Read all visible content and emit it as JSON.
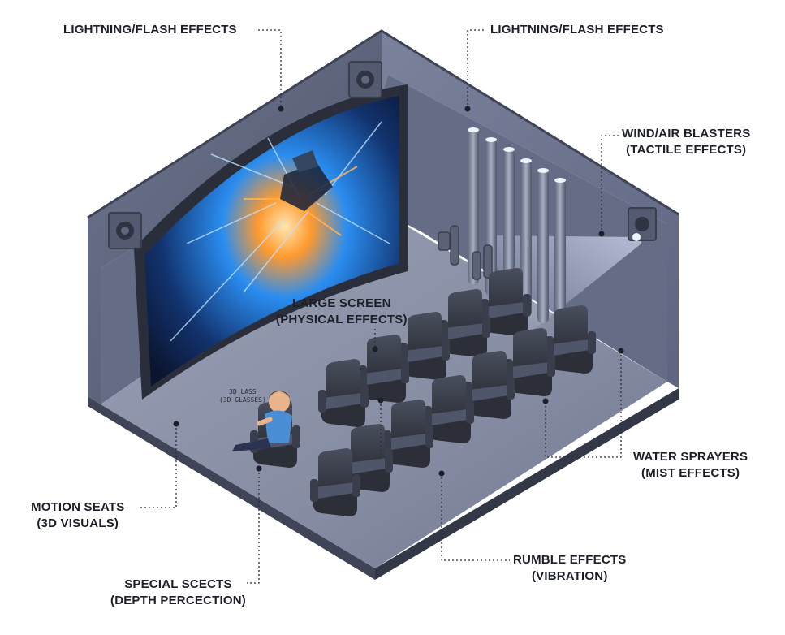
{
  "labels": {
    "lightning_left": "LIGHTNING/FLASH EFFECTS",
    "lightning_right": "LIGHTNING/FLASH EFFECTS",
    "wind_line1": "WIND/AIR BLASTERS",
    "wind_line2": "(TACTILE EFFECTS)",
    "screen_line1": "LARGE SCREEN",
    "screen_line2": "(PHYSICAL EFFECTS)",
    "water_line1": "WATER SPRAYERS",
    "water_line2": "(MIST EFFECTS)",
    "motion_line1": "MOTION SEATS",
    "motion_line2": "(3D VISUALS)",
    "rumble_line1": "RUMBLE EFFECTS",
    "rumble_line2": "(VIBRATION)",
    "special_line1": "SPECIAL SCECTS",
    "special_line2": "(DEPTH PERCECTION)",
    "glasses_line1": "3D LASS",
    "glasses_line2": "(3D GLASSES)"
  },
  "colors": {
    "wall_left": "#5a6278",
    "wall_back": "#6b7390",
    "floor": "#8a91a6",
    "rim": "#4a5064",
    "seat": "#3b3f4b",
    "leader_line": "#2b2e36",
    "screen_blue": "#1e6fd9",
    "screen_orange": "#ff8a1f"
  },
  "icons": [
    "speaker-icon",
    "projector-icon",
    "water-column-icon",
    "motion-seat-icon"
  ]
}
